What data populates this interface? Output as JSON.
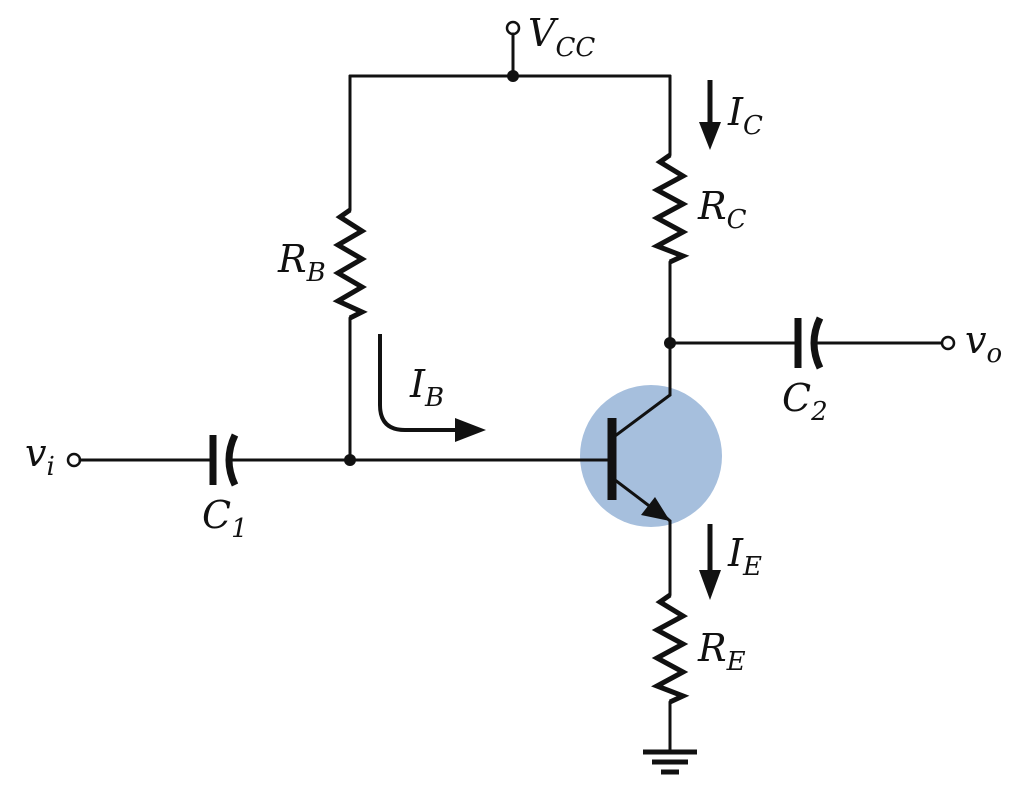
{
  "labels": {
    "vcc": {
      "main": "V",
      "sub": "CC"
    },
    "ic": {
      "main": "I",
      "sub": "C"
    },
    "rc": {
      "main": "R",
      "sub": "C"
    },
    "rb": {
      "main": "R",
      "sub": "B"
    },
    "ib": {
      "main": "I",
      "sub": "B"
    },
    "vo": {
      "main": "v",
      "sub": "o"
    },
    "c2": {
      "main": "C",
      "sub": "2"
    },
    "vi": {
      "main": "v",
      "sub": "i"
    },
    "c1": {
      "main": "C",
      "sub": "1"
    },
    "ie": {
      "main": "I",
      "sub": "E"
    },
    "re": {
      "main": "R",
      "sub": "E"
    }
  },
  "colors": {
    "transistor_highlight": "#a6bfdd",
    "ink": "#111111"
  }
}
